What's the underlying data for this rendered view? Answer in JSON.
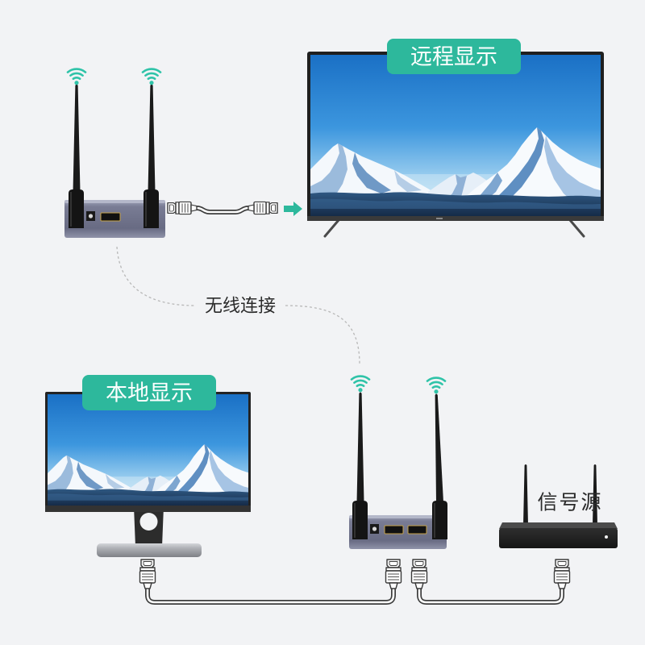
{
  "labels": {
    "remote_display": "远程显示",
    "wireless_connection": "无线连接",
    "local_display": "本地显示",
    "signal_source": "信号源"
  },
  "colors": {
    "background": "#f2f3f5",
    "label_pill": "#2db89c",
    "label_text": "#ffffff",
    "wifi_signal": "#2fc3a8",
    "arrow": "#2db89c",
    "caption_text": "#2b2b2b",
    "dashed_link": "#b8b8b8",
    "device_body": "#777a92",
    "antenna": "#1a1a1a",
    "screen_bezel": "#232323",
    "cable_outline": "#3c3c3c",
    "cable_fill": "#ffffff"
  },
  "icons": {
    "wireless_signal": "wifi-icon",
    "cable_plug": "hdmi-connector-icon",
    "direction": "arrow-right-icon"
  }
}
